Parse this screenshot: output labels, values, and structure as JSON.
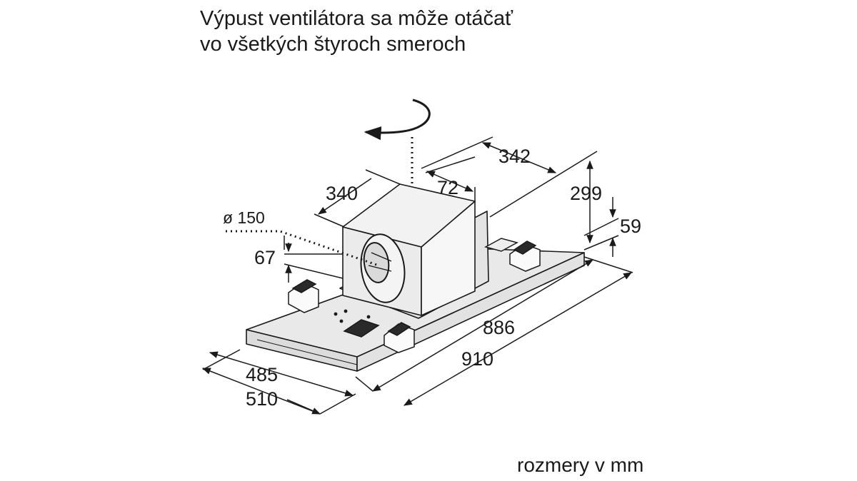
{
  "heading": {
    "line1": "Výpust ventilátora sa môže otáčať",
    "line2": "vo všetkých štyroch smeroch"
  },
  "units_note": "rozmery v mm",
  "dimensions": {
    "duct_diameter": "ø 150",
    "box_depth": "340",
    "box_offset": "72",
    "box_width": "342",
    "total_height": "299",
    "panel_height": "59",
    "outlet_height": "67",
    "inner_length": "886",
    "outer_length": "910",
    "inner_depth": "485",
    "outer_depth": "510"
  },
  "colors": {
    "line": "#1a1a1a",
    "box_face_left": "#ebebeb",
    "box_face_right": "#f7f7f7",
    "box_top": "#f2f2f2",
    "panel_top": "#e9e9e9"
  }
}
